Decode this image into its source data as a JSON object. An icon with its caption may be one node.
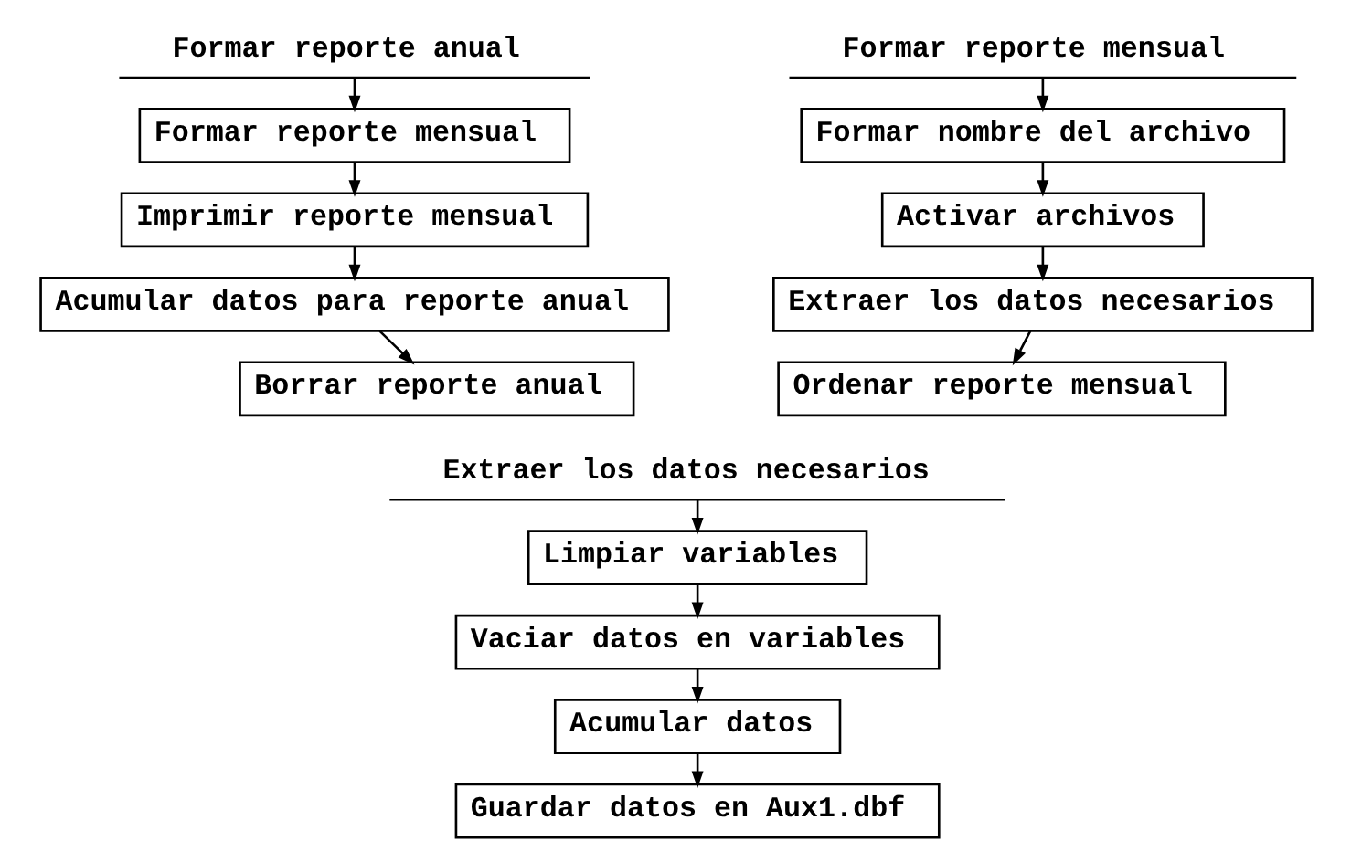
{
  "diagram": {
    "nodes": [
      {
        "text": [
          "Formar reporte anual"
        ]
      },
      {
        "text": [
          "Formar reporte mensual"
        ]
      },
      {
        "text": [
          "Imprimir reporte mensual"
        ]
      },
      {
        "text": [
          "Acumular datos para reporte anual"
        ]
      },
      {
        "text": [
          "Borrar reporte anual"
        ]
      },
      {
        "text": [
          "Formar reporte mensual"
        ]
      },
      {
        "text": [
          "Formar nombre del archivo"
        ]
      },
      {
        "text": [
          "Activar archivos"
        ]
      },
      {
        "text": [
          "Extraer los datos necesarios"
        ]
      },
      {
        "text": [
          "Ordenar reporte mensual"
        ]
      },
      {
        "text": [
          "Extraer los datos necesarios"
        ]
      },
      {
        "text": [
          "Limpiar variables"
        ]
      },
      {
        "text": [
          "Vaciar datos en variables"
        ]
      },
      {
        "text": [
          "Acumular datos"
        ]
      },
      {
        "text": [
          "Guardar datos en Aux1.dbf"
        ]
      }
    ],
    "edges": [
      {
        "from": 0,
        "to": 1,
        "arrow": "to"
      },
      {
        "from": 1,
        "to": 2,
        "arrow": "to"
      },
      {
        "from": 2,
        "to": 3,
        "arrow": "to"
      },
      {
        "from": 3,
        "to": 4,
        "arrow": "to"
      },
      {
        "from": 5,
        "to": 6,
        "arrow": "to"
      },
      {
        "from": 6,
        "to": 7,
        "arrow": "to"
      },
      {
        "from": 7,
        "to": 8,
        "arrow": "to"
      },
      {
        "from": 8,
        "to": 9,
        "arrow": "to"
      },
      {
        "from": 10,
        "to": 11,
        "arrow": "to"
      },
      {
        "from": 11,
        "to": 12,
        "arrow": "to"
      },
      {
        "from": 12,
        "to": 13,
        "arrow": "to"
      },
      {
        "from": 13,
        "to": 14,
        "arrow": "to"
      }
    ]
  }
}
